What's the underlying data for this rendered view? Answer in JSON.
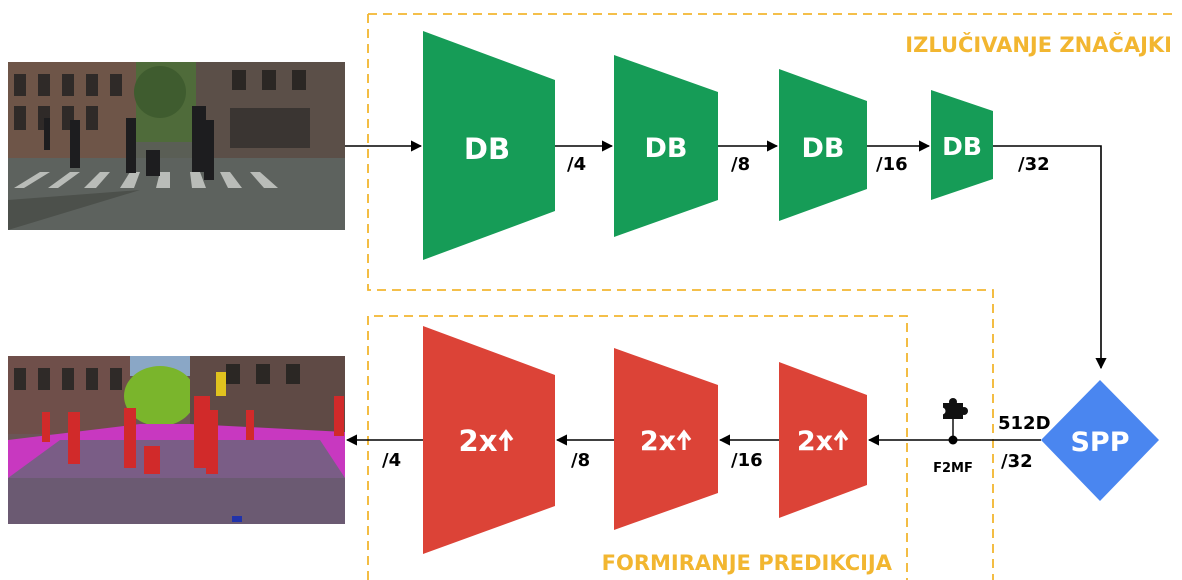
{
  "colors": {
    "encoder": "#169c57",
    "decoder": "#dc4337",
    "spp": "#4a86f0",
    "group_border": "#f2b630",
    "group_title": "#f2b630",
    "arrow": "#000000"
  },
  "encoder_group": {
    "title": "IZLUČIVANJE ZNAČAJKI"
  },
  "decoder_group": {
    "title": "FORMIRANJE PREDIKCIJA"
  },
  "input_image": {
    "scene": "street crosswalk photo with pedestrians"
  },
  "output_image": {
    "scene": "segmented street scene overlay (magenta road, red people, green trees)"
  },
  "encoder_blocks": [
    {
      "label": "DB",
      "scale_out": "/4"
    },
    {
      "label": "DB",
      "scale_out": "/8"
    },
    {
      "label": "DB",
      "scale_out": "/16"
    },
    {
      "label": "DB",
      "scale_out": "/32"
    }
  ],
  "spp": {
    "label": "SPP",
    "dim_label": "512D",
    "scale_label": "/32"
  },
  "f2mf": {
    "label": "F2MF",
    "icon": "puzzle-icon"
  },
  "decoder_blocks": [
    {
      "label": "2x",
      "arrow_icon": "up-arrow-icon",
      "scale_in": "/16"
    },
    {
      "label": "2x",
      "arrow_icon": "up-arrow-icon",
      "scale_in": "/8"
    },
    {
      "label": "2x",
      "arrow_icon": "up-arrow-icon",
      "scale_in": "/4"
    }
  ]
}
